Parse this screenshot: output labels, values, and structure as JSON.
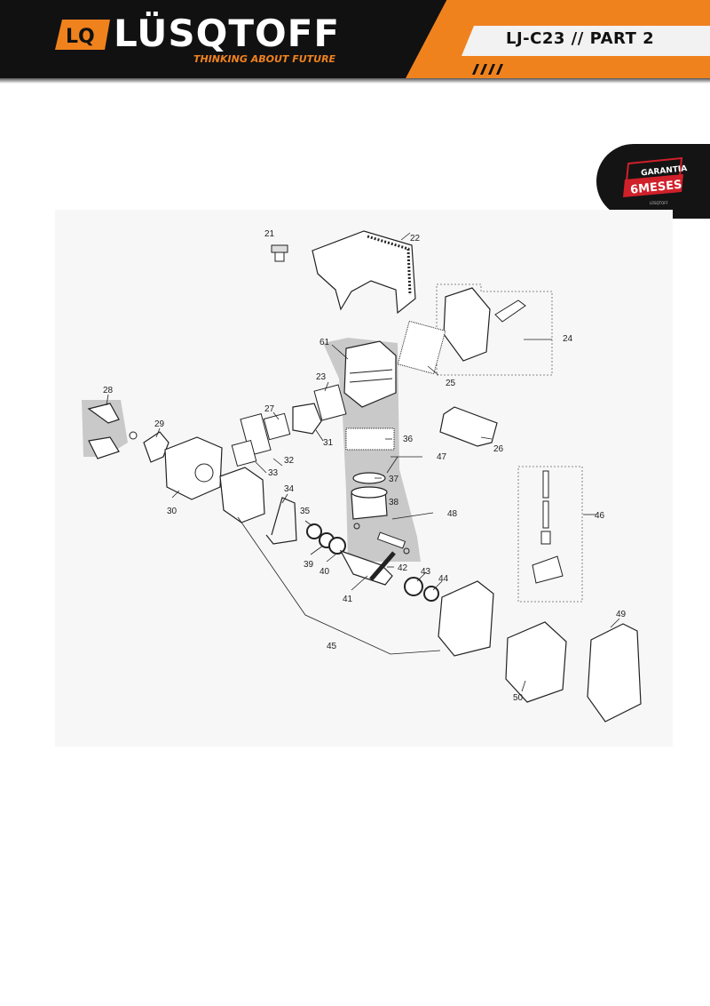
{
  "header": {
    "brand": "LÜSQTOFF",
    "tagline": "THINKING ABOUT FUTURE",
    "logo_mark": "LQ",
    "model_title": "LJ-C23 // PART 2",
    "accent_color": "#f0821e",
    "bar_color": "#111111"
  },
  "badge": {
    "line1": "GARANTIA",
    "line2": "6MESES",
    "small_text": "LÜSQTOFF",
    "accent_color": "#d0202a"
  },
  "diagram": {
    "part_numbers": [
      "21",
      "22",
      "24",
      "25",
      "61",
      "23",
      "27",
      "31",
      "36",
      "28",
      "29",
      "30",
      "32",
      "33",
      "34",
      "35",
      "39",
      "40",
      "37",
      "38",
      "47",
      "48",
      "26",
      "46",
      "41",
      "42",
      "43",
      "44",
      "45",
      "49",
      "50"
    ]
  }
}
